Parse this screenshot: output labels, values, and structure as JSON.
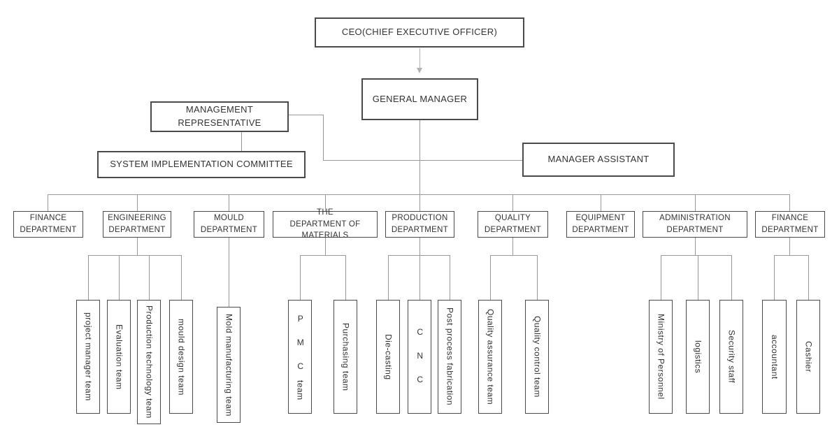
{
  "colors": {
    "box_border": "#4a4a4a",
    "connector": "#999999",
    "arrow": "#b2b2b2",
    "background": "#ffffff",
    "text": "#333333"
  },
  "org": {
    "ceo": "CEO(CHIEF EXECUTIVE OFFICER)",
    "general_manager": "GENERAL MANAGER",
    "management_representative": "MANAGEMENT REPRESENTATIVE",
    "system_implementation_committee": "SYSTEM IMPLEMENTATION COMMITTEE",
    "manager_assistant": "MANAGER ASSISTANT",
    "departments": [
      {
        "label": "FINANCE DEPARTMENT",
        "teams": []
      },
      {
        "label": "ENGINEERING DEPARTMENT",
        "teams": [
          {
            "label": "project manager team"
          },
          {
            "label": "Evaluation team"
          },
          {
            "label": "Production technology team"
          },
          {
            "label": "mould design team"
          }
        ]
      },
      {
        "label": "MOULD DEPARTMENT",
        "teams": [
          {
            "label": "Mold manufacturing team"
          }
        ]
      },
      {
        "label": "THE DEPARTMENT OF MATERIALS",
        "teams": [
          {
            "label": "P M C team",
            "upright": "P M C",
            "rest": "team"
          },
          {
            "label": "Purchasing team"
          }
        ]
      },
      {
        "label": "PRODUCTION DEPARTMENT",
        "teams": [
          {
            "label": "Die-casting"
          },
          {
            "label": "C N C",
            "upright": "C N C"
          },
          {
            "label": "Post process fabrication"
          }
        ]
      },
      {
        "label": "QUALITY DEPARTMENT",
        "teams": [
          {
            "label": "Quality assurance team"
          },
          {
            "label": "Quality control team"
          }
        ]
      },
      {
        "label": "EQUIPMENT DEPARTMENT",
        "teams": []
      },
      {
        "label": "ADMINISTRATION DEPARTMENT",
        "teams": [
          {
            "label": "Ministry of Personnel"
          },
          {
            "label": "logistics"
          },
          {
            "label": "Security staff"
          }
        ]
      },
      {
        "label": "FINANCE DEPARTMENT",
        "teams": [
          {
            "label": "accountant"
          },
          {
            "label": "Cashier"
          }
        ]
      }
    ]
  }
}
